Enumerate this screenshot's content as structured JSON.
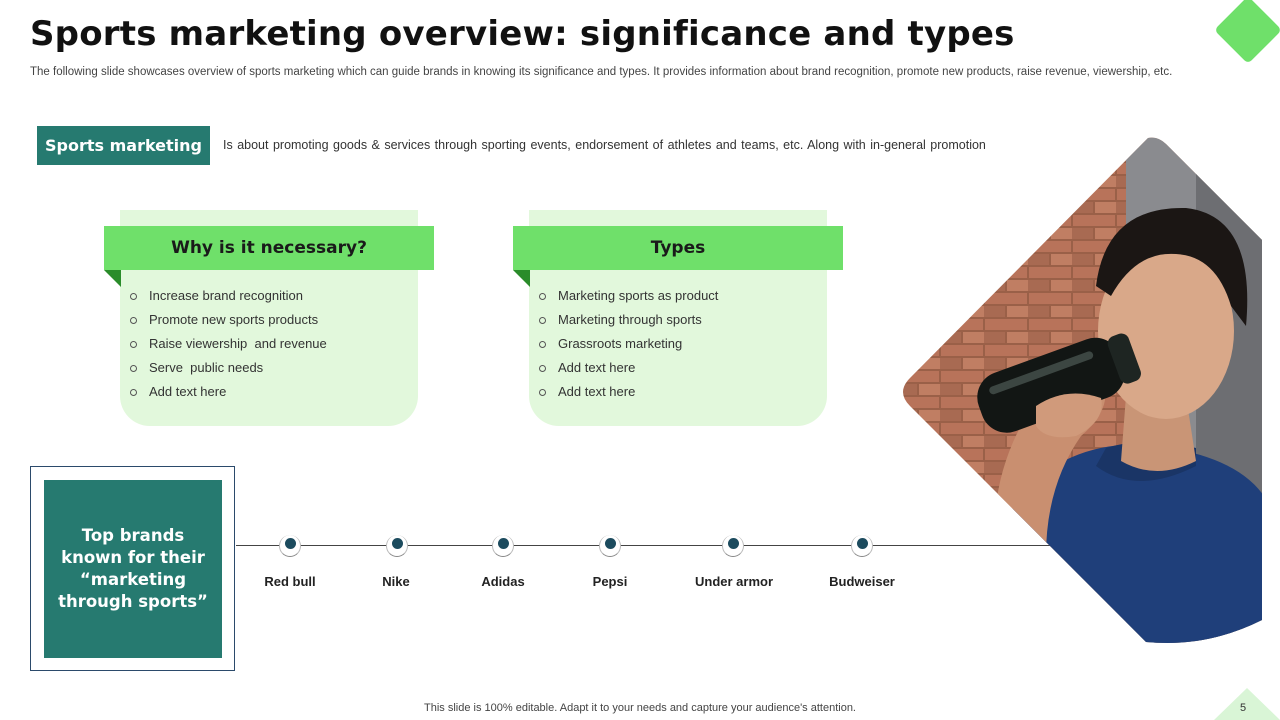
{
  "slide": {
    "title": "Sports marketing overview: significance and types",
    "subtitle": "The following slide showcases overview of sports marketing which can guide brands in knowing its significance and types. It provides information about brand recognition, promote new products, raise revenue, viewership, etc.",
    "footer": "This slide is 100% editable. Adapt it to your needs and capture your audience's attention.",
    "page_number": "5"
  },
  "definition": {
    "tag": "Sports marketing",
    "text": "Is about promoting goods & services through sporting events,  endorsement of athletes and teams, etc. Along with in-general  promotion"
  },
  "cards": [
    {
      "heading": "Why is it necessary?",
      "items": [
        "Increase brand recognition",
        "Promote new sports products",
        "Raise viewership  and revenue",
        "Serve  public needs",
        "Add text here"
      ]
    },
    {
      "heading": "Types",
      "items": [
        "Marketing sports as product",
        "Marketing through sports",
        "Grassroots marketing",
        "Add text here",
        "Add text here"
      ]
    }
  ],
  "brands": {
    "box_text": "Top brands known for their “marketing through sports”",
    "items": [
      "Red bull",
      "Nike",
      "Adidas",
      "Pepsi",
      "Under armor",
      "Budweiser"
    ]
  },
  "colors": {
    "accent_green": "#6fe06a",
    "teal": "#267a70",
    "light_green": "#e2f8dc",
    "navy_dot": "#1c4b5e"
  },
  "icons": [
    "diamond-decoration",
    "bullet-circle",
    "timeline-node"
  ]
}
